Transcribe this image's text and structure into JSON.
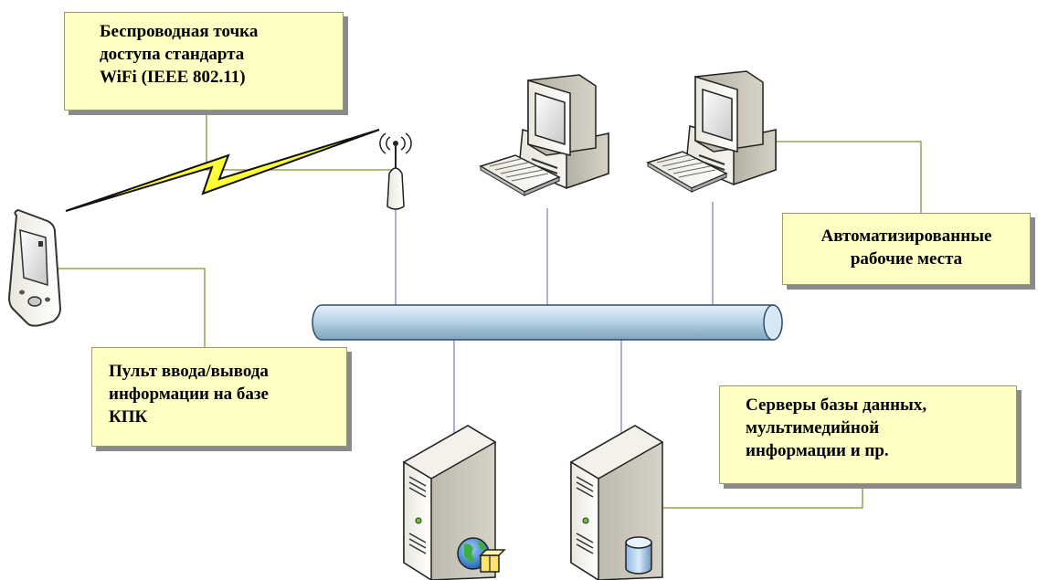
{
  "callouts": {
    "wifi": "Беспроводная точка\nдоступа стандарта\nWiFi (IEEE  802.11)",
    "workstations": "Автоматизированные\nрабочие места",
    "pda": "Пульт ввода/вывода\nинформации на базе\nКПК",
    "servers": "Серверы базы данных,\nмультимедийной\nинформации и пр."
  },
  "icons": [
    "pda-icon",
    "wifi-antenna-icon",
    "lightning-bolt-icon",
    "workstation-icon",
    "network-bus-icon",
    "web-server-icon",
    "database-server-icon"
  ],
  "colors": {
    "callout_fill": "#ffffc4",
    "connector_line": "#8b8b3a",
    "network_bus": "#b9d3e6",
    "lightning": "#ffff33",
    "link_line": "#7a7ab8"
  }
}
